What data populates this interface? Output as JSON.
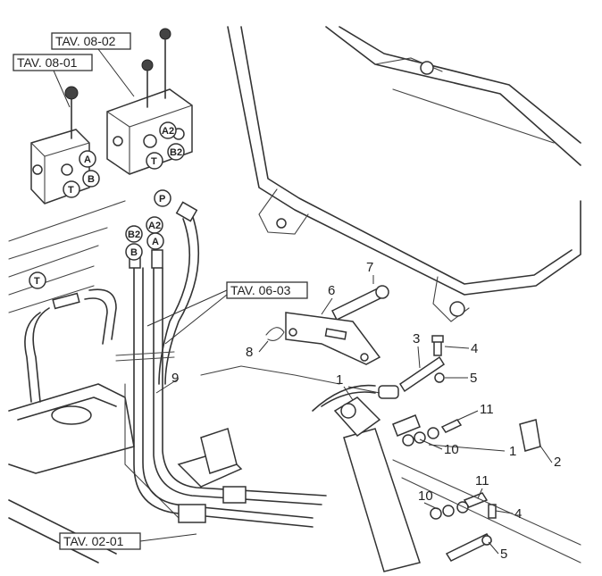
{
  "references": {
    "tav_08_02": "TAV. 08-02",
    "tav_08_01": "TAV. 08-01",
    "tav_06_03": "TAV. 06-03",
    "tav_02_01": "TAV. 02-01"
  },
  "port_labels": {
    "a2_top": "A2",
    "b2_top": "B2",
    "t_top": "T",
    "a_left": "A",
    "b_left": "B",
    "t_left": "T",
    "p": "P",
    "a2_hose": "A2",
    "b2_hose": "B2",
    "a_hose": "A",
    "b_hose": "B",
    "t_fitting": "T"
  },
  "part_numbers": {
    "p1": "1",
    "p2": "2",
    "p3": "3",
    "p4_upper": "4",
    "p4_lower": "4",
    "p5_upper": "5",
    "p5_lower": "5",
    "p6": "6",
    "p7": "7",
    "p8": "8",
    "p9": "9",
    "p10_upper": "10",
    "p10_lower": "10",
    "p11_upper": "11",
    "p11_lower": "11",
    "p1_lower": "1"
  }
}
